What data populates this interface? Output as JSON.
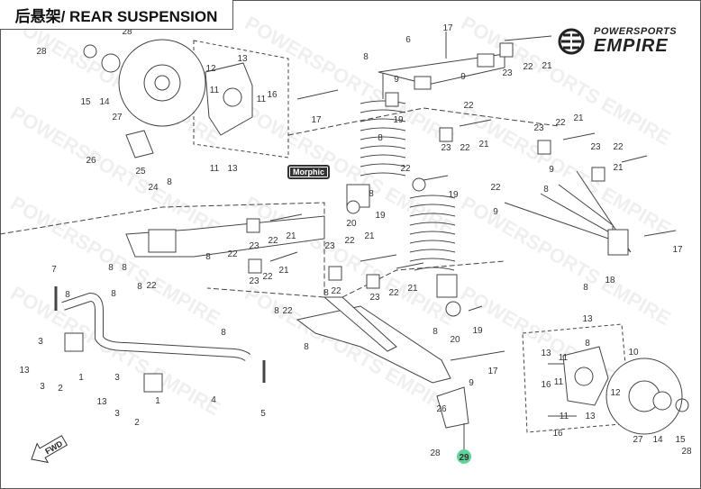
{
  "title": "后悬架/ REAR SUSPENSION",
  "brand": {
    "line1": "POWERSPORTS",
    "line2": "EMPIRE"
  },
  "watermark": "POWERSPORTS EMPIRE",
  "badge": "Morphic",
  "fwd_label": "FWD",
  "highlight": {
    "label": "29",
    "color": "#5fd39a"
  },
  "callouts": [
    "28",
    "28",
    "15",
    "14",
    "27",
    "12",
    "13",
    "11",
    "11",
    "16",
    "17",
    "13",
    "11",
    "26",
    "25",
    "6",
    "17",
    "8",
    "9",
    "19",
    "23",
    "22",
    "21",
    "9",
    "22",
    "8",
    "22",
    "23",
    "22",
    "21",
    "20",
    "19",
    "19",
    "8",
    "22",
    "9",
    "8",
    "23",
    "22",
    "21",
    "9",
    "23",
    "22",
    "21",
    "17",
    "18",
    "8",
    "24",
    "8",
    "8",
    "8",
    "8",
    "22",
    "8",
    "22",
    "23",
    "22",
    "21",
    "23",
    "22",
    "21",
    "23",
    "22",
    "21",
    "23",
    "22",
    "21",
    "8",
    "22",
    "8",
    "22",
    "20",
    "19",
    "8",
    "17",
    "8",
    "9",
    "7",
    "8",
    "8",
    "1",
    "3",
    "13",
    "3",
    "2",
    "13",
    "3",
    "3",
    "2",
    "1",
    "4",
    "8",
    "5",
    "13",
    "8",
    "10",
    "13",
    "11",
    "11",
    "16",
    "12",
    "13",
    "11",
    "16",
    "27",
    "14",
    "15",
    "28",
    "28",
    "26"
  ]
}
